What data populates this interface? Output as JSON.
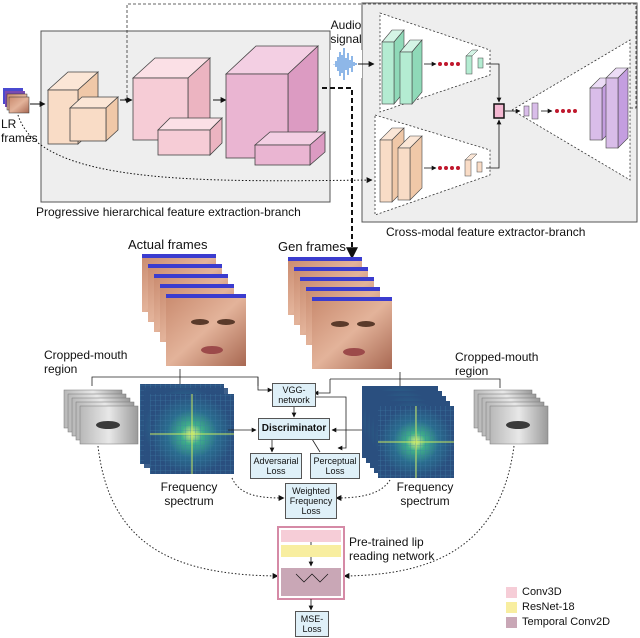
{
  "diagram": {
    "labels": {
      "audio_signal": "Audio\nsignal",
      "lr_frames": "LR\nframes",
      "progressive_branch": "Progressive hierarchical feature extraction-branch",
      "cross_modal_branch": "Cross-modal feature extractor-branch",
      "actual_frames": "Actual  frames",
      "gen_frames": "Gen frames",
      "cropped_mouth_left": "Cropped-mouth\nregion",
      "cropped_mouth_right": "Cropped-mouth\nregion",
      "frequency_spectrum_left": "Frequency\nspectrum",
      "frequency_spectrum_right": "Frequency\nspectrum",
      "pretrained_lip": "Pre-trained lip\nreading network"
    },
    "boxes": {
      "vgg": "VGG-\nnetwork",
      "discriminator": "Discriminator",
      "adversarial_loss": "Adversarial\nLoss",
      "perceptual_loss": "Perceptual\nLoss",
      "weighted_frequency_loss": "Weighted\nFrequency\nLoss",
      "mse_loss": "MSE-\nLoss"
    },
    "legend": [
      {
        "label": "Conv3D",
        "color": "#f6cdd7"
      },
      {
        "label": "ResNet-18",
        "color": "#f8eea0"
      },
      {
        "label": "Temporal Conv2D",
        "color": "#c9a7b6"
      }
    ]
  },
  "colors": {
    "peach_block": "#f9dcc6",
    "pink_block": "#f6ccd6",
    "magenta_block": "#eab5d2",
    "green_block": "#b4ecd2",
    "violet_block": "#d9bde9",
    "spectrum_bg": "#2c5f8c",
    "box_fill": "#dff0f8",
    "frame_bar": "#3b3ccf"
  }
}
